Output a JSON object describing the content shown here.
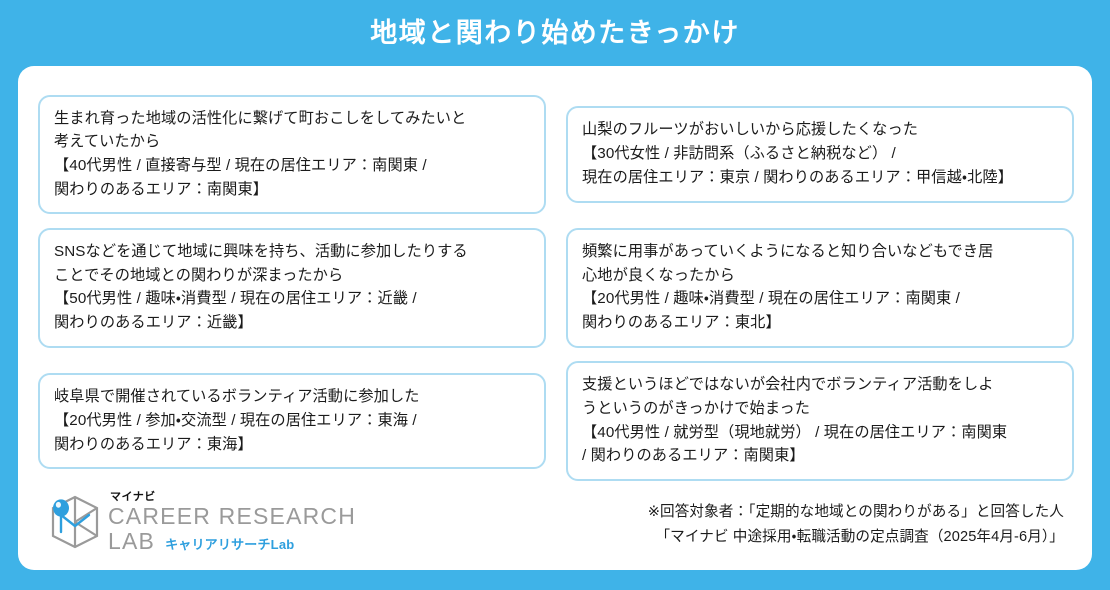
{
  "title": "地域と関わり始めたきっかけ",
  "colors": {
    "background_blue": "#3FB3E8",
    "panel_white": "#FFFFFF",
    "card_border": "#AEDCF2",
    "text_dark": "#1B1B1B",
    "logo_gray": "#9A9A9A",
    "logo_blue": "#2E9FDE"
  },
  "cards": [
    {
      "position": "left-1",
      "text": "生まれ育った地域の活性化に繋げて町おこしをしてみたいと\n考えていたから\n【40代男性 / 直接寄与型 / 現在の居住エリア：南関東 /\n関わりのあるエリア：南関東】"
    },
    {
      "position": "right-1",
      "text": "山梨のフルーツがおいしいから応援したくなった\n【30代女性 / 非訪問系（ふるさと納税など） /\n現在の居住エリア：東京 / 関わりのあるエリア：甲信越・北陸】"
    },
    {
      "position": "left-2",
      "text": "SNSなどを通じて地域に興味を持ち、活動に参加したりする\nことでその地域との関わりが深まったから\n【50代男性 / 趣味・消費型 / 現在の居住エリア：近畿 /\n関わりのあるエリア：近畿】"
    },
    {
      "position": "right-2",
      "text": "頻繁に用事があっていくようになると知り合いなどもでき居\n心地が良くなったから\n【20代男性 / 趣味・消費型 / 現在の居住エリア：南関東 /\n関わりのあるエリア：東北】"
    },
    {
      "position": "left-3",
      "text": "岐阜県で開催されているボランティア活動に参加した\n【20代男性 / 参加・交流型 / 現在の居住エリア：東海 /\n関わりのあるエリア：東海】"
    },
    {
      "position": "right-3",
      "text": "支援というほどではないが会社内でボランティア活動をしよ\nうというのがきっかけで始まった\n【40代男性 / 就労型（現地就労） / 現在の居住エリア：南関東\n/ 関わりのあるエリア：南関東】"
    }
  ],
  "logo": {
    "mynavi": "マイナビ",
    "career_research": "CAREER RESEARCH",
    "lab": "LAB",
    "japanese": "キャリアリサーチLab"
  },
  "notes": {
    "line1": "※回答対象者：「定期的な地域との関わりがある」と回答した人",
    "line2": "「マイナビ 中途採用・転職活動の定点調査（2025年4月-6月）」"
  }
}
